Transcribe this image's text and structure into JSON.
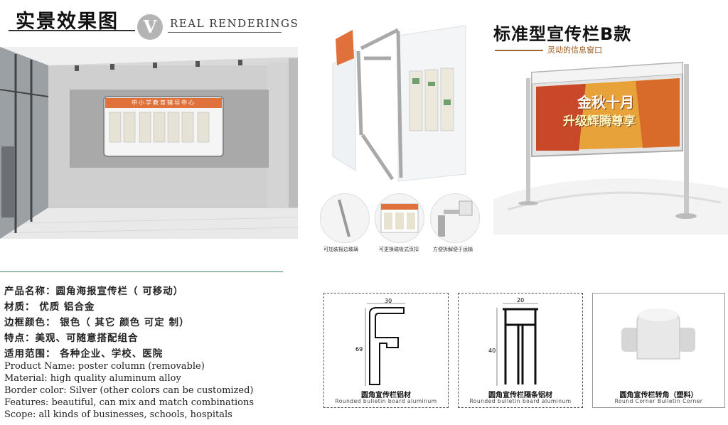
{
  "header_left": {
    "title_cn": "实景效果图",
    "badge": "V",
    "title_en": "REAL RENDERINGS"
  },
  "room_scene": {
    "board_header": "中小学教育辅导中心"
  },
  "header_right": {
    "title": "标准型宣传栏B款",
    "subtitle": "灵动的信息窗口"
  },
  "product_poster": {
    "line1": "金秋十月",
    "line2": "升级辉腾尊享"
  },
  "detail_captions": [
    "可加装报边玻璃",
    "可更换磁吸式页扣",
    "方便拆解便于运输"
  ],
  "specs_cn": [
    "产品名称：圆角海报宣传栏（ 可移动）",
    "材质： 优质 铝合金",
    "边框颜色： 银色（ 其它 颜色 可定 制）",
    "特点：美观、可随意搭配组合",
    "适用范围： 各种企业、学校、医院"
  ],
  "specs_en": [
    "Product Name: poster column (removable)",
    "Material: high quality aluminum alloy",
    "Border color: Silver (other colors can be customized)",
    "Features: beautiful, can mix and match combinations",
    "Scope: all kinds of businesses, schools, hospitals"
  ],
  "profiles": [
    {
      "dims": [
        "30",
        "69"
      ],
      "caption_cn": "圆角宣传栏铝材",
      "caption_en": "Rounded bulletin board aluminum"
    },
    {
      "dims": [
        "20",
        "40"
      ],
      "caption_cn": "圆角宣传栏隔条铝材",
      "caption_en": "Rounded bulletin board aluminum"
    },
    {
      "dims": [],
      "caption_cn": "圆角宣传栏转角（塑料）",
      "caption_en": "Round Corner Bulletin Corner"
    }
  ],
  "colors": {
    "accent_orange": "#e0713a",
    "brown": "#9a5b22",
    "green_divider": "#2e8b57"
  }
}
